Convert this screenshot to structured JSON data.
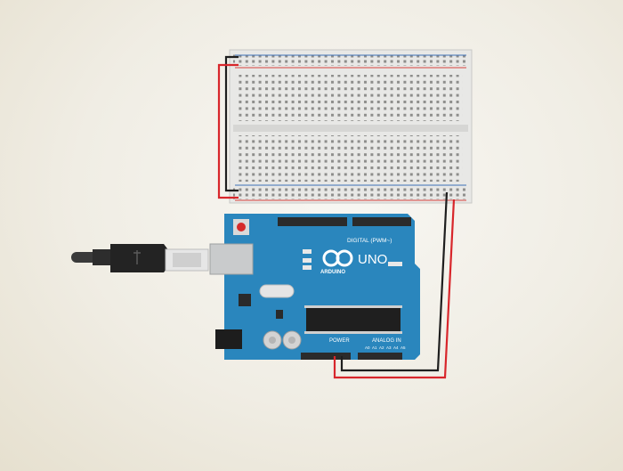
{
  "board": {
    "logo_text": "UNO",
    "brand": "ARDUINO",
    "digital_label": "DIGITAL (PWM~)",
    "power_label": "POWER",
    "analog_label": "ANALOG IN",
    "analog_pins": [
      "A0",
      "A1",
      "A2",
      "A3",
      "A4",
      "A5"
    ]
  },
  "colors": {
    "board": "#2a86bd",
    "board_dark": "#1d6d9e",
    "header": "#2b2b2b",
    "wire_red": "#d8262b",
    "wire_black": "#1e1e1e",
    "breadboard": "#e9e9e7",
    "rail_red": "#d9443f",
    "rail_blue": "#3d6fb6"
  },
  "icons": {
    "logo": "infinity-logo-icon",
    "usb": "usb-cable-icon",
    "reset": "reset-button-icon"
  }
}
